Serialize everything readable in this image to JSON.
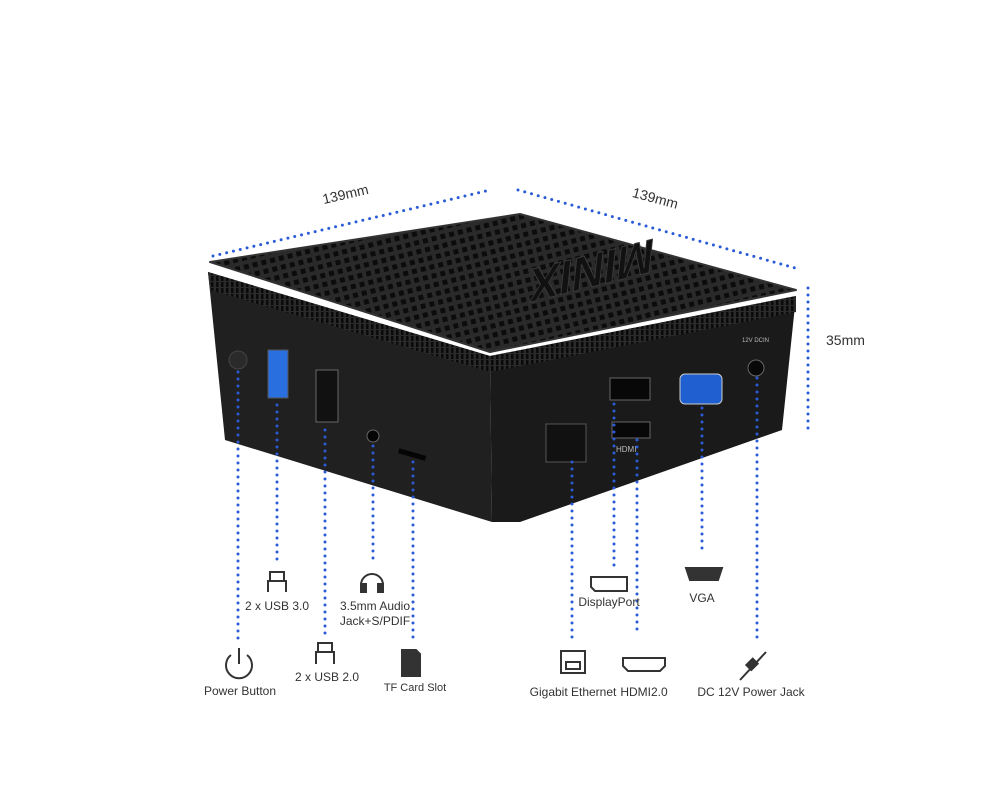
{
  "dimensions": {
    "width": "139mm",
    "depth": "139mm",
    "height": "35mm"
  },
  "device": {
    "logo": "MINIX",
    "dc_marking": "12V DCIN",
    "hdmi_marking": "HDMI"
  },
  "ports": [
    {
      "label": "Power Button",
      "icon": "power-icon"
    },
    {
      "label": "2 x USB 3.0",
      "icon": "usb-icon"
    },
    {
      "label": "2 x USB 2.0",
      "icon": "usb-icon"
    },
    {
      "label": "3.5mm Audio",
      "label2": "Jack+S/PDIF",
      "icon": "headphones-icon"
    },
    {
      "label": "TF Card Slot",
      "icon": "sd-card-icon"
    },
    {
      "label": "Gigabit Ethernet",
      "icon": "ethernet-icon"
    },
    {
      "label": "DisplayPort",
      "icon": "displayport-icon"
    },
    {
      "label": "HDMI2.0",
      "icon": "hdmi-icon"
    },
    {
      "label": "VGA",
      "icon": "vga-icon"
    },
    {
      "label": "DC 12V Power Jack",
      "icon": "dc-plug-icon"
    }
  ],
  "colors": {
    "dots": "#2a5bd7",
    "device": "#1c1c1c",
    "vga_port": "#1f5fd0",
    "usb3_port": "#2a6fe0"
  }
}
